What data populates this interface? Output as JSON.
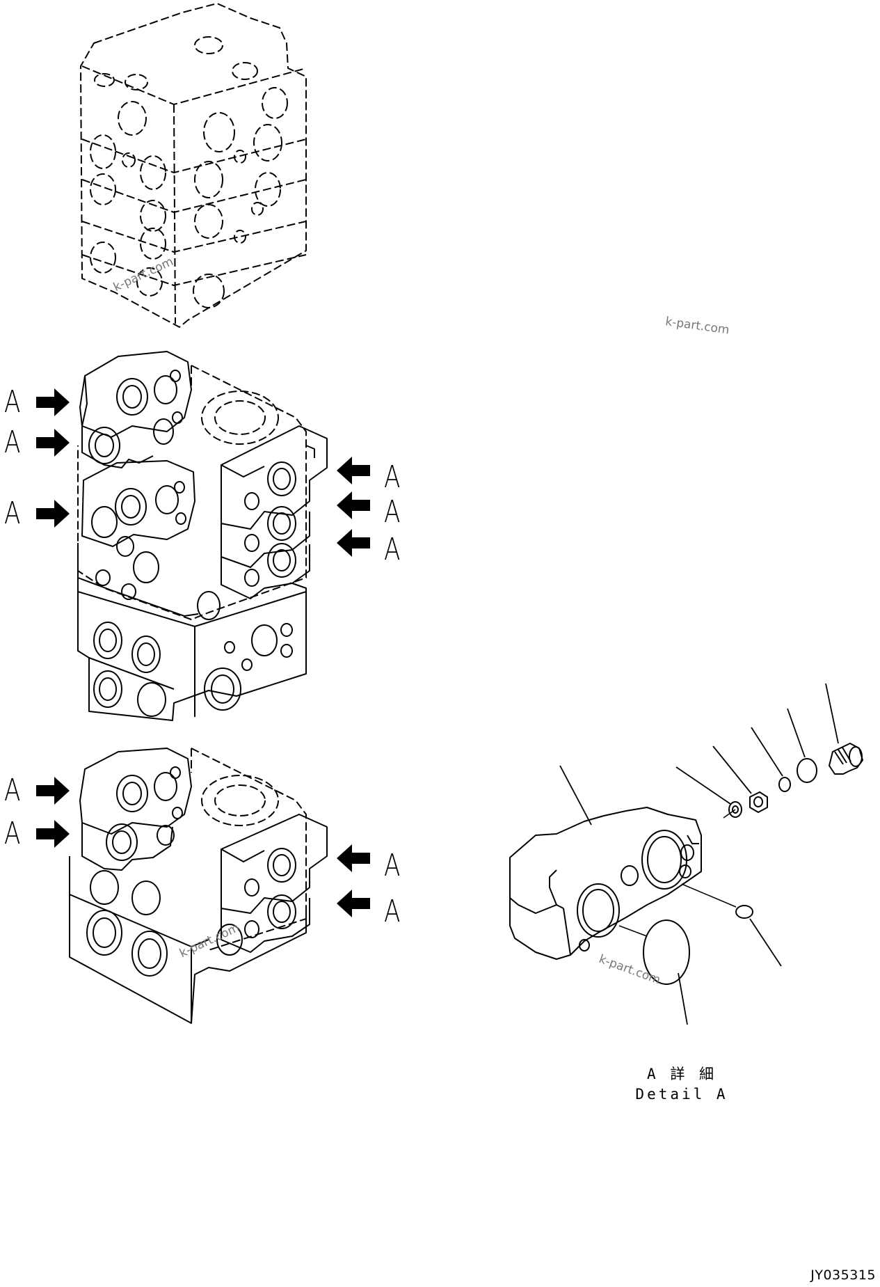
{
  "callouts": {
    "middle_left": [
      "A",
      "A",
      "A"
    ],
    "middle_right": [
      "A",
      "A",
      "A"
    ],
    "bottom_left": [
      "A",
      "A"
    ],
    "bottom_right": [
      "A",
      "A"
    ]
  },
  "watermarks": [
    "k-part.com",
    "k-part.com",
    "k-part.com",
    "k-part.com"
  ],
  "detail_caption": {
    "line1": "A 詳 細",
    "line2": "Detail A"
  },
  "drawing_number": "JY035315",
  "colors": {
    "line": "#000000",
    "background": "#ffffff",
    "watermark": "#777777"
  }
}
